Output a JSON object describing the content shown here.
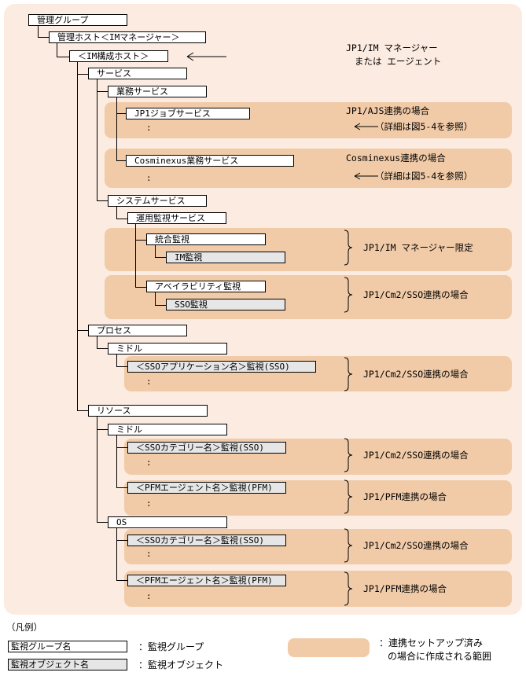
{
  "colors": {
    "panel": "#fcebe0",
    "band": "#f1cba8",
    "object_fill": "#e6e6e6"
  },
  "tree": {
    "kanri_group": "管理グループ",
    "kanri_host": "管理ホスト＜IMマネージャー＞",
    "im_kousei_host": "＜IM構成ホスト＞",
    "service": "サービス",
    "gyomu_service": "業務サービス",
    "jp1job_service": "JP1ジョブサービス",
    "cosminexus_service": "Cosminexus業務サービス",
    "system_service": "システムサービス",
    "unyo_kanshi_service": "運用監視サービス",
    "tougou_kanshi": "統合監視",
    "im_kanshi": "IM監視",
    "availability_kanshi": "アベイラビリティ監視",
    "sso_kanshi": "SSO監視",
    "process": "プロセス",
    "process_middle": "ミドル",
    "sso_app_kanshi": "＜SSOアプリケーション名＞監視(SSO)",
    "resource": "リソース",
    "resource_middle": "ミドル",
    "middle_sso_category": "＜SSOカテゴリー名＞監視(SSO)",
    "middle_pfm_agent": "＜PFMエージェント名＞監視(PFM)",
    "os": "OS",
    "os_sso_category": "＜SSOカテゴリー名＞監視(SSO)",
    "os_pfm_agent": "＜PFMエージェント名＞監視(PFM)",
    "ellipsis": ":"
  },
  "notes": {
    "manager_or_agent_line1": "JP1/IM マネージャー",
    "manager_or_agent_line2": "または エージェント",
    "ajs_case": "JP1/AJS連携の場合",
    "ajs_detail": "（詳細は図5-4を参照）",
    "cosminexus_case": "Cosminexus連携の場合",
    "cosminexus_detail": "（詳細は図5-4を参照）",
    "im_manager_only": "JP1/IM マネージャー限定",
    "cm2_sso_case_1": "JP1/Cm2/SSO連携の場合",
    "cm2_sso_case_2": "JP1/Cm2/SSO連携の場合",
    "cm2_sso_case_3": "JP1/Cm2/SSO連携の場合",
    "pfm_case_1": "JP1/PFM連携の場合",
    "cm2_sso_case_4": "JP1/Cm2/SSO連携の場合",
    "pfm_case_2": "JP1/PFM連携の場合"
  },
  "legend": {
    "title": "（凡例）",
    "group_box": "監視グループ名",
    "group_desc": "：監視グループ",
    "object_box": "監視オブジェクト名",
    "object_desc": "：監視オブジェクト",
    "range_desc_line1": "：連携セットアップ済み",
    "range_desc_line2": "の場合に作成される範囲"
  }
}
